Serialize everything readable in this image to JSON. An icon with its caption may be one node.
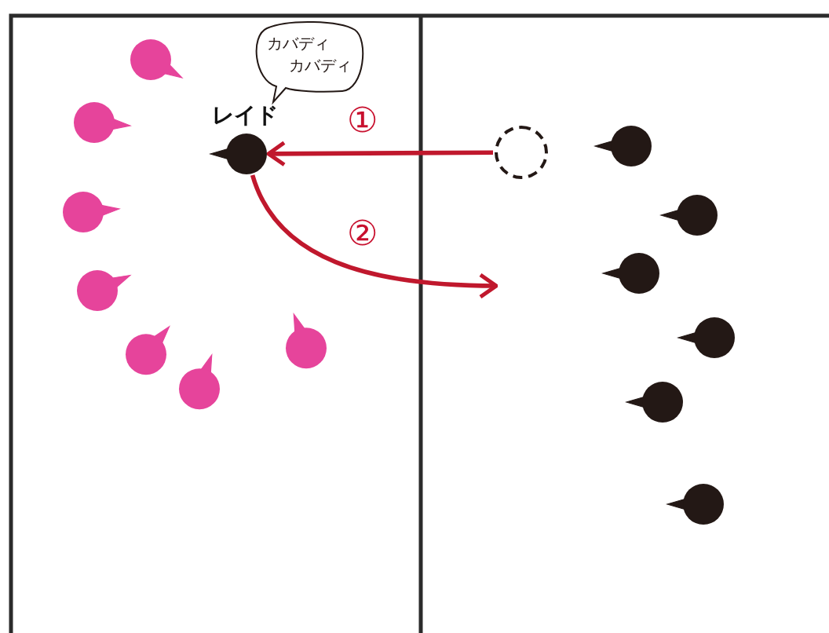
{
  "diagram": {
    "nodes": [
      {
        "text": [
          "カバディ",
          "カバディ"
        ]
      },
      {
        "text": [],
        "shape": "circle",
        "beside": [
          "レイド"
        ]
      },
      {
        "text": [],
        "shape": "circle"
      },
      {
        "text": [],
        "shape": "circle"
      },
      {
        "text": [],
        "shape": "circle"
      },
      {
        "text": [],
        "shape": "circle"
      },
      {
        "text": [],
        "shape": "circle"
      },
      {
        "text": [],
        "shape": "circle"
      },
      {
        "text": [],
        "shape": "circle"
      },
      {
        "text": [],
        "shape": "circle"
      },
      {
        "text": [],
        "shape": "circle"
      },
      {
        "text": [],
        "shape": "circle"
      },
      {
        "text": [],
        "shape": "circle"
      },
      {
        "text": [],
        "shape": "circle"
      },
      {
        "text": [],
        "shape": "circle"
      },
      {
        "text": [],
        "shape": "circle"
      }
    ],
    "edges": [
      {
        "from": 9,
        "to": 1,
        "arrow": "to",
        "label": "①"
      },
      {
        "from": 1,
        "to": null,
        "arrow": "to",
        "label": "②"
      }
    ]
  }
}
